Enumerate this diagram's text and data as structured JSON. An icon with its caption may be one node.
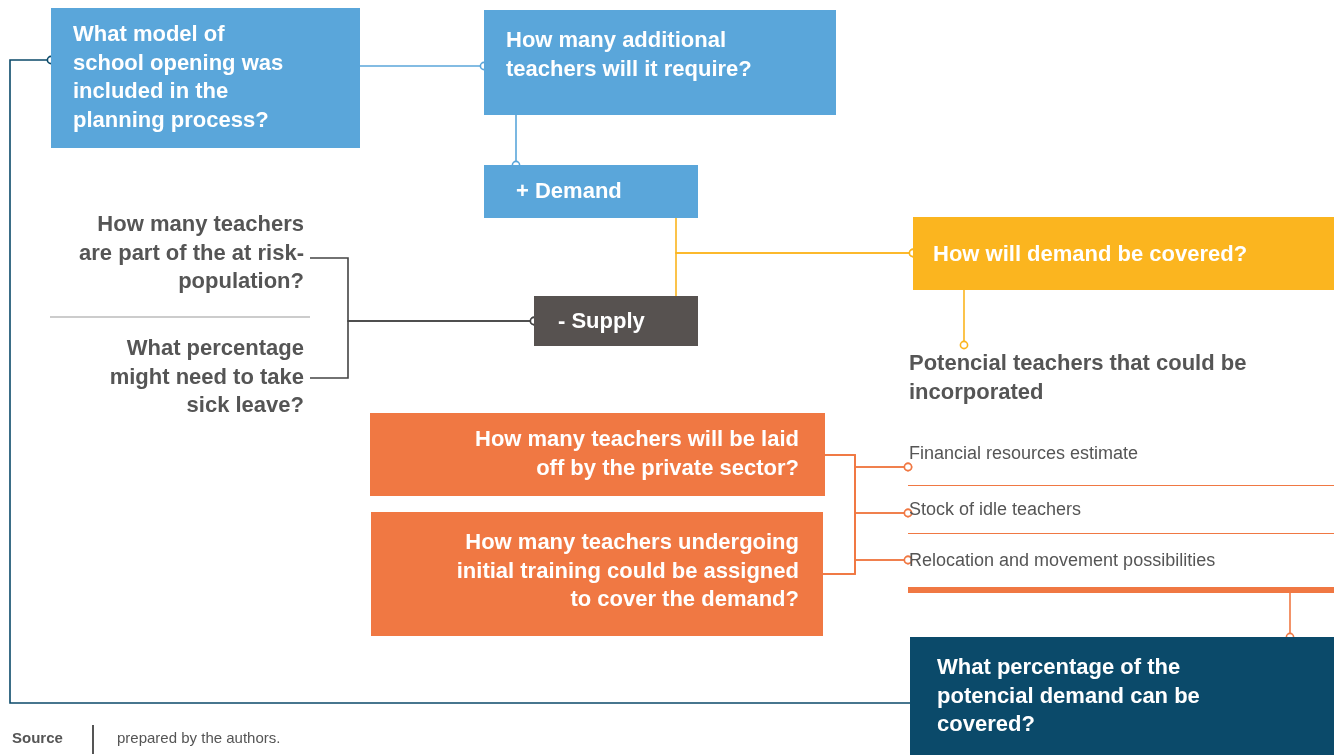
{
  "diagram": {
    "nodes": [
      {
        "text": [
          "What model of school opening was included in the planning process?"
        ]
      },
      {
        "text": [
          "How many additional teachers will it require?"
        ]
      },
      {
        "text": [
          "+ Demand"
        ]
      },
      {
        "text": [
          "How many teachers are part of the at risk-population?"
        ]
      },
      {
        "text": [
          "What percentage might need to take sick leave?"
        ]
      },
      {
        "text": [
          "- Supply"
        ]
      },
      {
        "text": [
          "How will demand be covered?"
        ]
      },
      {
        "text": [
          "Potencial teachers that could be incorporated"
        ]
      },
      {
        "text": [
          "Financial resources estimate"
        ],
        "in": 7
      },
      {
        "text": [
          "Stock of idle teachers"
        ],
        "in": 7
      },
      {
        "text": [
          "Relocation and movement possibilities"
        ],
        "in": 7
      },
      {
        "text": [
          "How many teachers will be laid off by the private sector?"
        ]
      },
      {
        "text": [
          "How many teachers undergoing initial training could be assigned to cover the demand?"
        ]
      },
      {
        "text": [
          "What percentage of the potencial demand can be covered?"
        ]
      }
    ],
    "edges": [
      {
        "from": 0,
        "to": 1,
        "arrow": "other",
        "color": "#5aa6da"
      },
      {
        "from": 1,
        "to": 2,
        "arrow": "other",
        "color": "#5aa6da"
      },
      {
        "from": 3,
        "to": 5,
        "arrow": "other",
        "color": "#444444"
      },
      {
        "from": 4,
        "to": 5,
        "arrow": "other",
        "color": "#444444"
      },
      {
        "from": 2,
        "to": 6,
        "arrow": "other",
        "color": "#fbb51f"
      },
      {
        "from": 5,
        "to": 6,
        "arrow": "other",
        "color": "#fbb51f"
      },
      {
        "from": 6,
        "to": 7,
        "arrow": "other",
        "color": "#fbb51f"
      },
      {
        "from": 11,
        "to": 8,
        "arrow": "other",
        "color": "#f07843"
      },
      {
        "from": 11,
        "to": 9,
        "arrow": "other",
        "color": "#f07843"
      },
      {
        "from": 11,
        "to": 10,
        "arrow": "other",
        "color": "#f07843"
      },
      {
        "from": 12,
        "to": 8,
        "arrow": "other",
        "color": "#f07843"
      },
      {
        "from": 12,
        "to": 9,
        "arrow": "other",
        "color": "#f07843"
      },
      {
        "from": 12,
        "to": 10,
        "arrow": "other",
        "color": "#f07843"
      },
      {
        "from": 7,
        "to": 13,
        "arrow": "other",
        "color": "#f07843"
      },
      {
        "from": 13,
        "to": 0,
        "arrow": "other",
        "color": "#0b4a6a"
      }
    ],
    "labels": [
      "Source",
      "prepared by the authors."
    ]
  }
}
